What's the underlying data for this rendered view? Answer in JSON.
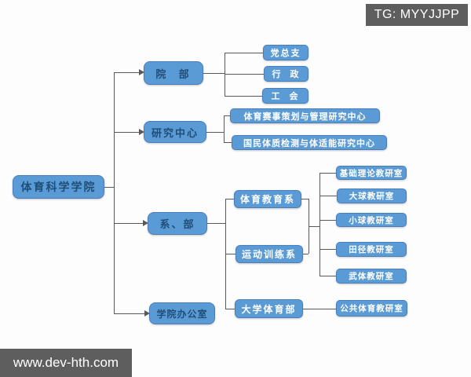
{
  "watermarks": {
    "telegram_badge": "TG: MYYJJPP",
    "website_badge": "www.dev-hth.com"
  },
  "colors": {
    "node_fill": "#5b9bd5",
    "node_border": "#4a7ebb",
    "node_text_dark": "#1f4e79",
    "node_text_light": "#ffffff",
    "connector": "#595959",
    "badge_background": "#5e5e5e"
  },
  "org_chart": {
    "type": "organizational-chart",
    "root": {
      "label": "体育科学学院"
    },
    "branches": [
      {
        "label": "院  部",
        "children": [
          {
            "label": "党总支"
          },
          {
            "label": "行  政"
          },
          {
            "label": "工  会"
          }
        ]
      },
      {
        "label": "研究中心",
        "children": [
          {
            "label": "体育赛事策划与管理研究中心"
          },
          {
            "label": "国民体质检测与体适能研究中心"
          }
        ]
      },
      {
        "label": "系、部",
        "children": [
          {
            "label": "体育教育系"
          },
          {
            "label": "运动训练系"
          },
          {
            "label": "大学体育部",
            "children": [
              {
                "label": "公共体育教研室"
              }
            ]
          }
        ],
        "shared_teaching_offices": [
          {
            "label": "基础理论教研室"
          },
          {
            "label": "大球教研室"
          },
          {
            "label": "小球教研室"
          },
          {
            "label": "田径教研室"
          },
          {
            "label": "武体教研室"
          }
        ]
      },
      {
        "label": "学院办公室"
      }
    ]
  }
}
